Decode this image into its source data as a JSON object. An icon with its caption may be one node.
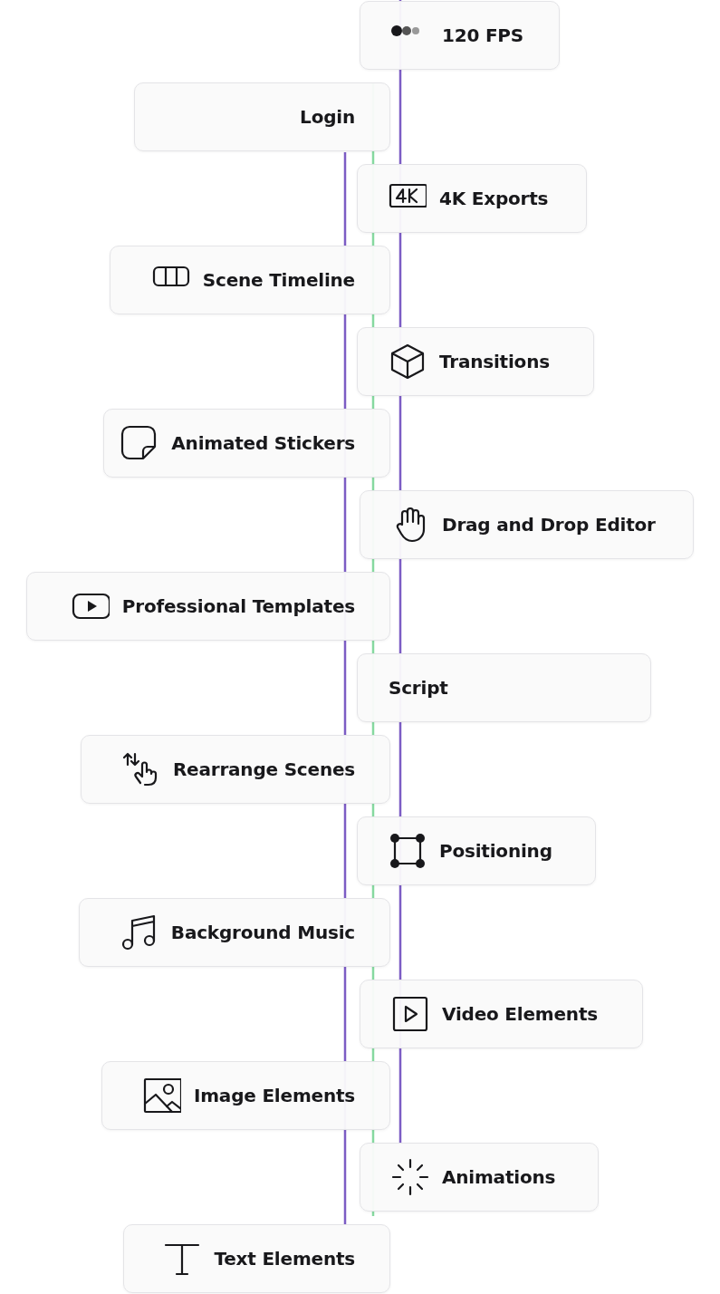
{
  "diagram": {
    "nodes": [
      {
        "text": [
          "120 FPS"
        ]
      },
      {
        "text": [
          "Login"
        ]
      },
      {
        "text": [
          "4K Exports"
        ]
      },
      {
        "text": [
          "Scene Timeline"
        ]
      },
      {
        "text": [
          "Transitions"
        ]
      },
      {
        "text": [
          "Animated Stickers"
        ]
      },
      {
        "text": [
          "Drag and Drop Editor"
        ]
      },
      {
        "text": [
          "Professional Templates"
        ]
      },
      {
        "text": [
          "Script"
        ]
      },
      {
        "text": [
          "Rearrange Scenes"
        ]
      },
      {
        "text": [
          "Positioning"
        ]
      },
      {
        "text": [
          "Background Music"
        ]
      },
      {
        "text": [
          "Video Elements"
        ]
      },
      {
        "text": [
          "Image Elements"
        ]
      },
      {
        "text": [
          "Animations"
        ]
      },
      {
        "text": [
          "Text Elements"
        ]
      }
    ]
  }
}
